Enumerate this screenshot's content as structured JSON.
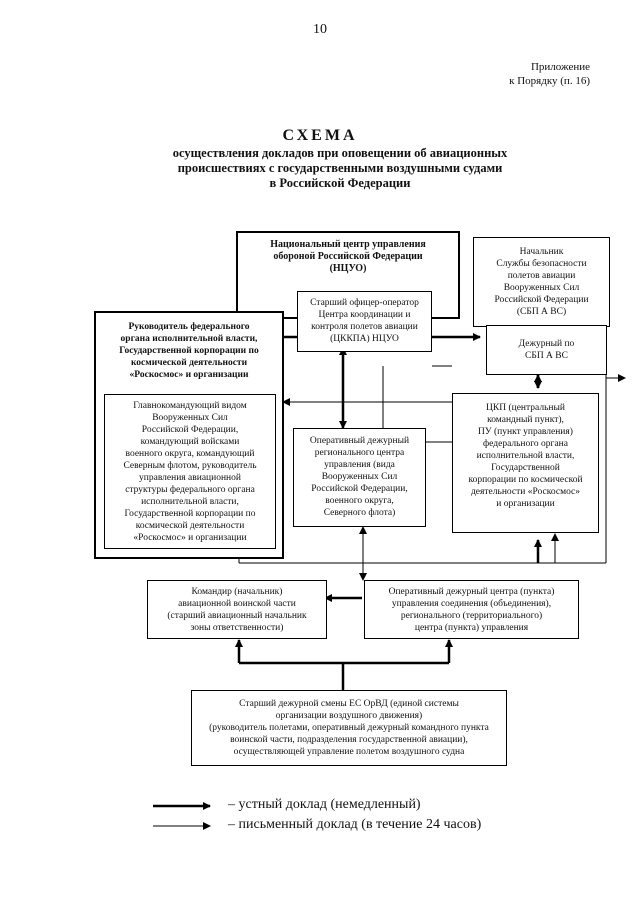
{
  "page_number": "10",
  "appendix": "Приложение\nк Порядку (п. 16)",
  "title": {
    "word": "СХЕМА",
    "text": "осуществления докладов при оповещении об авиационных\nпроисшествиях с государственными воздушными судами\nв Российской Федерации"
  },
  "boxes": {
    "ntsuo": "Национальный центр управления\nобороной Российской Федерации\n(НЦУО)",
    "tskkpa": "Старший офицер-оператор\nЦентра координации и\nконтроля полетов авиации\n(ЦККПА) НЦУО",
    "sbp_chief": "Начальник\nСлужбы безопасности\nполетов авиации\nВооруженных Сил\nРоссийской Федерации\n(СБП А ВС)",
    "sbp_duty": "Дежурный по\nСБП А ВС",
    "fed_head": "Руководитель федерального\nоргана исполнительной власти,\nГосударственной корпорации по\nкосмической деятельности\n«Роскосмос» и организации",
    "commander_in_chief": "Главнокомандующий видом\nВооруженных Сил\nРоссийской Федерации,\nкомандующий войсками\nвоенного округа, командующий\nСеверным флотом, руководитель\nуправления авиационной\nструктуры федерального органа\nисполнительной власти,\nГосударственной корпорации по\nкосмической деятельности\n«Роскосмос» и организации",
    "regional_duty": "Оперативный дежурный\nрегионального центра\nуправления (вида\nВооруженных Сил\nРоссийской Федерации,\nвоенного округа,\nСеверного флота)",
    "tskp": "ЦКП (центральный\nкомандный пункт),\nПУ (пункт управления)\nфедерального органа\nисполнительной власти,\nГосударственной\nкорпорации по космической\nдеятельности «Роскосмос»\nи организации",
    "unit_commander": "Командир (начальник)\nавиационной воинской части\n(старший авиационный начальник\nзоны ответственности)",
    "ops_duty": "Оперативный дежурный центра (пункта)\nуправления соединения (объединения),\nрегионального (территориального)\nцентра (пункта) управления",
    "es_orvd": "Старший дежурной смены ЕС ОрВД (единой системы\nорганизации воздушного движения)\n(руководитель полетами, оперативный дежурный командного пункта\nвоинской части, подразделения государственной авиации),\nосуществляющей управление полетом воздушного судна"
  },
  "legend": {
    "oral": "– устный доклад (немедленный)",
    "written": "– письменный доклад  (в течение 24 часов)"
  }
}
